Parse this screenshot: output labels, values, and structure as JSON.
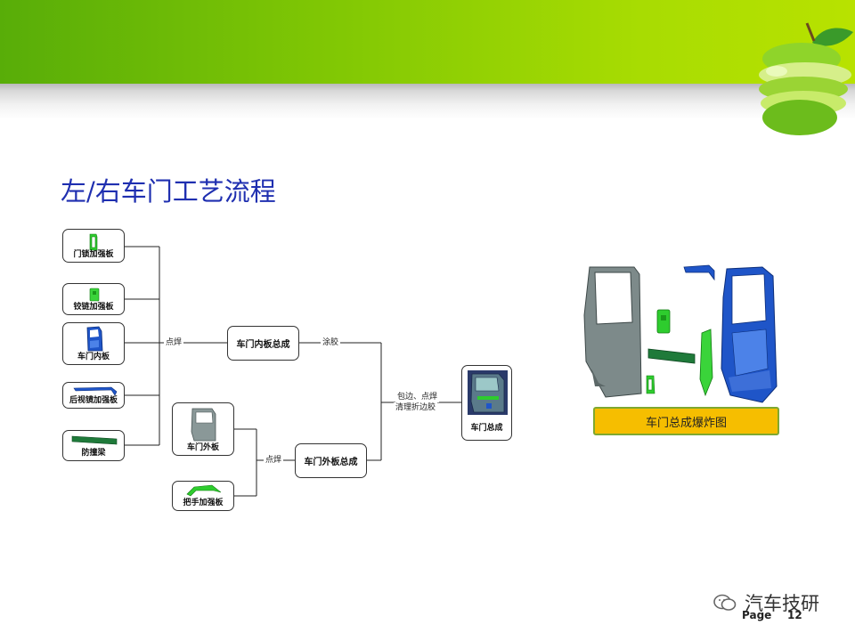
{
  "slide": {
    "title": "左/右车门工艺流程",
    "page_label": "Page",
    "page_number": "12",
    "watermark": "汽车技研"
  },
  "flow": {
    "inputs_inner": [
      {
        "label": "门锁加强板",
        "icon": "lock-reinforcement-part-icon"
      },
      {
        "label": "铰链加强板",
        "icon": "hinge-reinforcement-part-icon"
      },
      {
        "label": "车门内板",
        "icon": "door-inner-panel-icon"
      },
      {
        "label": "后视镜加强板",
        "icon": "mirror-reinforcement-part-icon"
      },
      {
        "label": "防撞梁",
        "icon": "impact-beam-icon"
      }
    ],
    "inputs_outer": [
      {
        "label": "车门外板",
        "icon": "door-outer-panel-icon"
      },
      {
        "label": "把手加强板",
        "icon": "handle-reinforcement-part-icon"
      }
    ],
    "process_weld_inner": "点焊",
    "inner_assembly": "车门内板总成",
    "process_glue": "涂胶",
    "process_weld_outer": "点焊",
    "outer_assembly": "车门外板总成",
    "process_final_line1": "包边、点焊",
    "process_final_line2": "清理折边胶",
    "final_assembly": "车门总成"
  },
  "exploded_view": {
    "caption": "车门总成爆炸图"
  },
  "colors": {
    "title": "#1f2fb0",
    "part_green": "#2ecc2e",
    "part_blue": "#1f55c8",
    "panel_gray": "#7d8a8a",
    "caption_bg": "#f6be00"
  }
}
